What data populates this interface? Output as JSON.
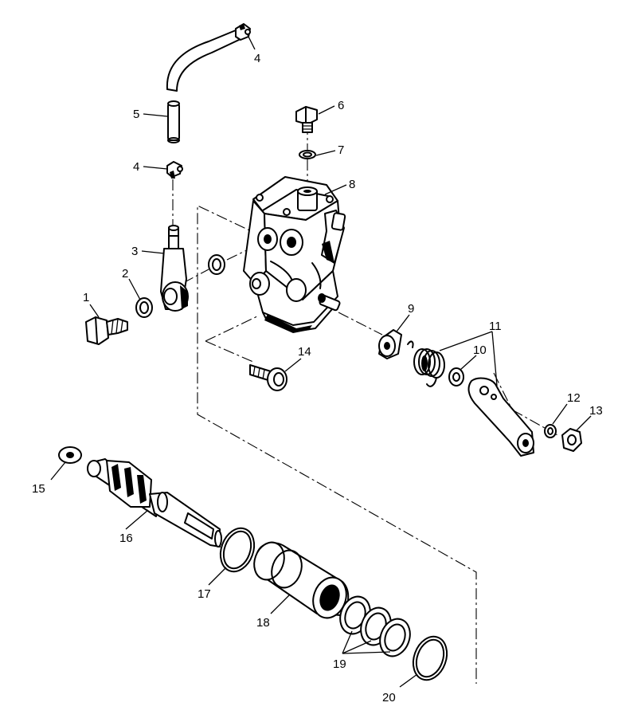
{
  "diagram": {
    "callouts": [
      {
        "id": "c1",
        "text": "1"
      },
      {
        "id": "c2",
        "text": "2"
      },
      {
        "id": "c3",
        "text": "3"
      },
      {
        "id": "c4a",
        "text": "4"
      },
      {
        "id": "c4b",
        "text": "4"
      },
      {
        "id": "c5",
        "text": "5"
      },
      {
        "id": "c6",
        "text": "6"
      },
      {
        "id": "c7",
        "text": "7"
      },
      {
        "id": "c8",
        "text": "8"
      },
      {
        "id": "c9",
        "text": "9"
      },
      {
        "id": "c10",
        "text": "10"
      },
      {
        "id": "c11",
        "text": "11"
      },
      {
        "id": "c12",
        "text": "12"
      },
      {
        "id": "c13",
        "text": "13"
      },
      {
        "id": "c14",
        "text": "14"
      },
      {
        "id": "c15",
        "text": "15"
      },
      {
        "id": "c16",
        "text": "16"
      },
      {
        "id": "c17",
        "text": "17"
      },
      {
        "id": "c18",
        "text": "18"
      },
      {
        "id": "c19",
        "text": "19"
      },
      {
        "id": "c20",
        "text": "20"
      }
    ]
  }
}
